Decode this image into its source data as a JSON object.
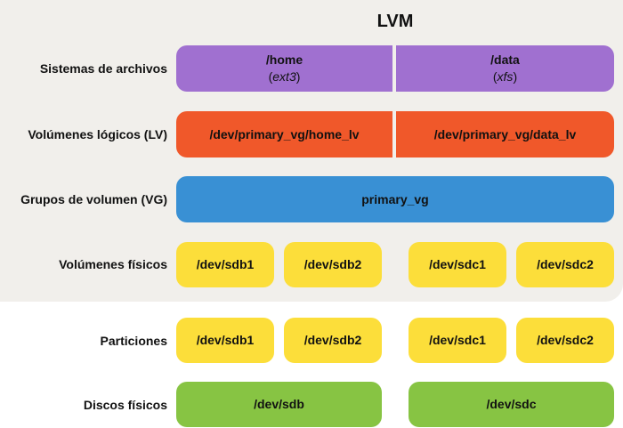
{
  "title": "LVM",
  "colors": {
    "lvm_background": "#f1efeb",
    "filesystem": "#a070d0",
    "logical_volume": "#f0582a",
    "volume_group": "#3990d4",
    "physical_volume": "#fcde3a",
    "partition": "#fcde3a",
    "disk": "#87c443"
  },
  "rows": {
    "filesystems": {
      "label": "Sistemas de archivos",
      "items": [
        {
          "name": "/home",
          "fs": "ext3"
        },
        {
          "name": "/data",
          "fs": "xfs"
        }
      ]
    },
    "logical_volumes": {
      "label": "Volúmenes lógicos (LV)",
      "items": [
        "/dev/primary_vg/home_lv",
        "/dev/primary_vg/data_lv"
      ]
    },
    "volume_groups": {
      "label": "Grupos de volumen (VG)",
      "items": [
        "primary_vg"
      ]
    },
    "physical_volumes": {
      "label": "Volúmenes físicos",
      "items": [
        "/dev/sdb1",
        "/dev/sdb2",
        "/dev/sdc1",
        "/dev/sdc2"
      ]
    },
    "partitions": {
      "label": "Particiones",
      "items": [
        "/dev/sdb1",
        "/dev/sdb2",
        "/dev/sdc1",
        "/dev/sdc2"
      ]
    },
    "physical_disks": {
      "label": "Discos físicos",
      "items": [
        "/dev/sdb",
        "/dev/sdc"
      ]
    }
  }
}
